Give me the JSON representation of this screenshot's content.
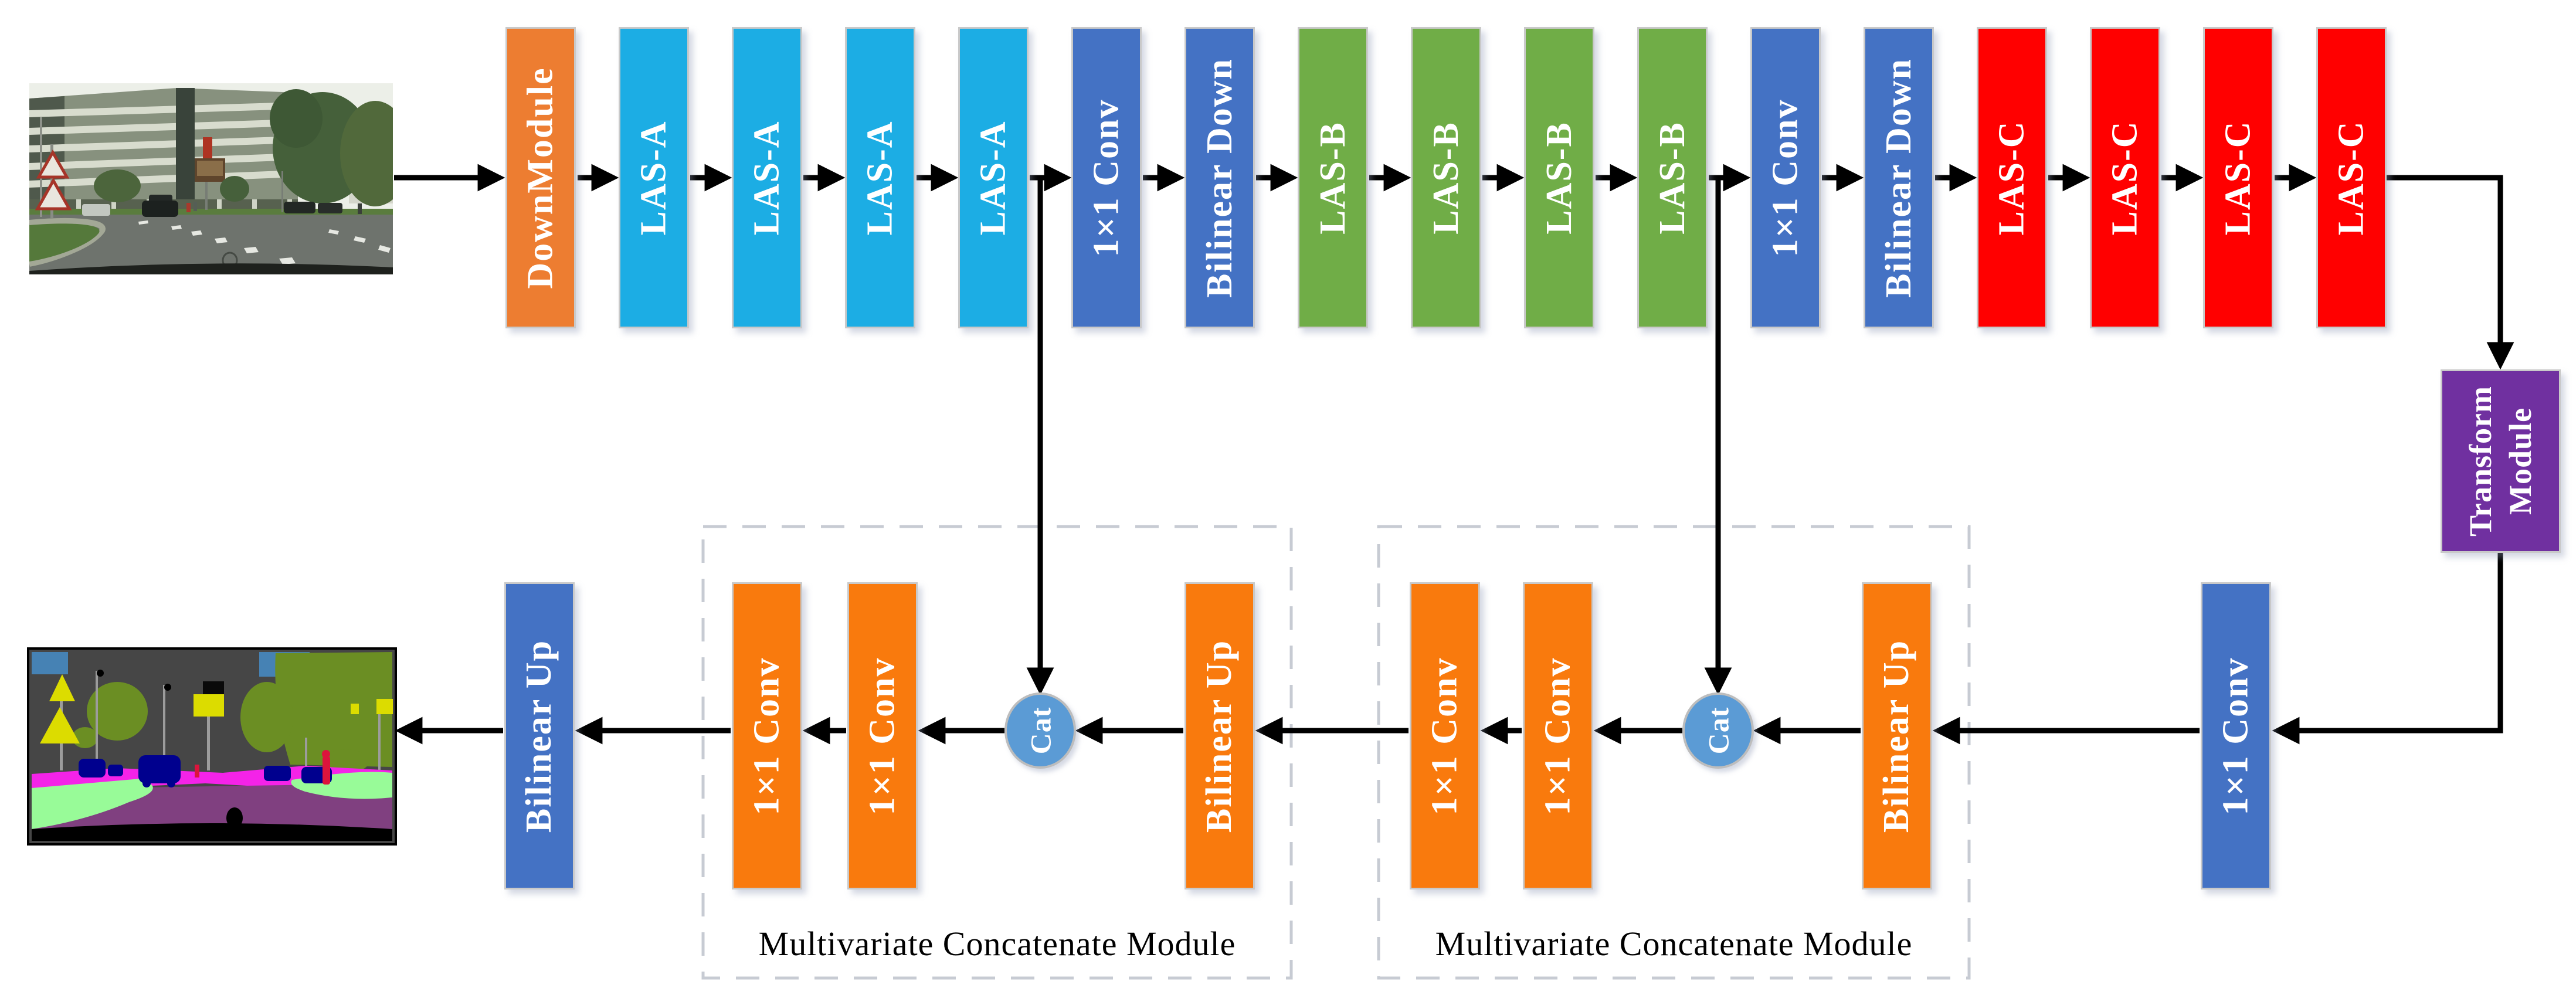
{
  "encoder": {
    "blocks": [
      {
        "label": "DownModule"
      },
      {
        "label": "LAS-A"
      },
      {
        "label": "LAS-A"
      },
      {
        "label": "LAS-A"
      },
      {
        "label": "LAS-A"
      },
      {
        "label": "1×1 Conv"
      },
      {
        "label": "Bilinear Down"
      },
      {
        "label": "LAS-B"
      },
      {
        "label": "LAS-B"
      },
      {
        "label": "LAS-B"
      },
      {
        "label": "LAS-B"
      },
      {
        "label": "1×1 Conv"
      },
      {
        "label": "Bilinear Down"
      },
      {
        "label": "LAS-C"
      },
      {
        "label": "LAS-C"
      },
      {
        "label": "LAS-C"
      },
      {
        "label": "LAS-C"
      }
    ]
  },
  "transform_module": {
    "line1": "Transform",
    "line2": "Module"
  },
  "decoder": {
    "conv_right": {
      "label": "1×1 Conv"
    },
    "mcm_right": {
      "title": "Multivariate Concatenate Module",
      "bilinear_up": {
        "label": "Bilinear Up"
      },
      "cat": {
        "label": "Cat"
      },
      "conv_a": {
        "label": "1×1 Conv"
      },
      "conv_b": {
        "label": "1×1 Conv"
      }
    },
    "mcm_left": {
      "title": "Multivariate Concatenate Module",
      "bilinear_up": {
        "label": "Bilinear Up"
      },
      "cat": {
        "label": "Cat"
      },
      "conv_a": {
        "label": "1×1 Conv"
      },
      "conv_b": {
        "label": "1×1 Conv"
      }
    },
    "final_bilinear_up": {
      "label": "Bilinear Up"
    }
  },
  "colors": {
    "down_module_orange": "#ED7D31",
    "las_a_cyan": "#1CADE4",
    "conv_blue": "#4472C4",
    "las_b_green": "#70AD47",
    "las_c_red": "#FF0000",
    "transform_purple": "#7030A0",
    "decoder_orange": "#F97A0D",
    "cat_fill": "#5B9BD5",
    "block_border": "#C9C9C9",
    "dashed_border": "#C7CBD3",
    "arrow": "#000000"
  }
}
